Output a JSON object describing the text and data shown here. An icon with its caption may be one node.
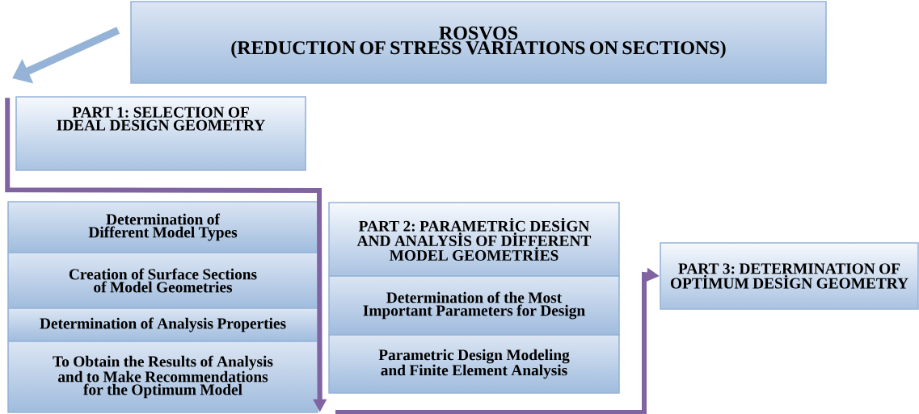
{
  "diagram": {
    "nodes": [
      {
        "text": [
          "ROSVOS",
          "(REDUCTION OF STRESS VARIATIONS ON SECTIONS)"
        ]
      },
      {
        "text": [
          "PART 1: SELECTION OF IDEAL DESIGN GEOMETRY"
        ]
      },
      {
        "text": [
          "Determination of Different Model Types"
        ]
      },
      {
        "text": [
          "Creation of Surface Sections of Model Geometries"
        ]
      },
      {
        "text": [
          "Determination of Analysis Properties"
        ]
      },
      {
        "text": [
          "To Obtain the Results of Analysis and to Make Recommendations for the Optimum Model"
        ]
      },
      {
        "text": [
          "PART 2: PARAMETRİC DESİGN AND ANALYSİS OF DİFFERENT MODEL GEOMETRİES"
        ]
      },
      {
        "text": [
          "Determination of the Most Important Parameters for Design"
        ]
      },
      {
        "text": [
          "Parametric Design Modeling and Finite Element Analysis"
        ]
      },
      {
        "text": [
          "PART 3: DETERMINATION OF OPTİMUM DESİGN GEOMETRY"
        ]
      }
    ],
    "edges": [
      {
        "from": 0,
        "to": null,
        "arrow": "to",
        "color": "#95b3d7"
      },
      {
        "from": 1,
        "to": 5,
        "arrow": "to"
      },
      {
        "from": null,
        "to": 9,
        "arrow": "to"
      }
    ]
  }
}
